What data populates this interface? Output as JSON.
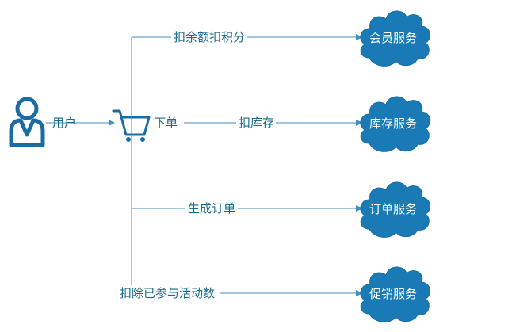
{
  "user": {
    "icon": "user-icon",
    "label": "用户"
  },
  "cart": {
    "icon": "shopping-cart-icon",
    "label": "下单"
  },
  "edges": {
    "deduct_points": "扣余额扣积分",
    "deduct_stock": "扣库存",
    "create_order": "生成订单",
    "deduct_activity": "扣除已参与活动数"
  },
  "services": {
    "member": "会员服务",
    "inventory": "库存服务",
    "order": "订单服务",
    "promotion": "促销服务"
  },
  "colors": {
    "primary": "#1a7ab5",
    "line": "#3d8fbf",
    "text": "#1b6a8c"
  }
}
